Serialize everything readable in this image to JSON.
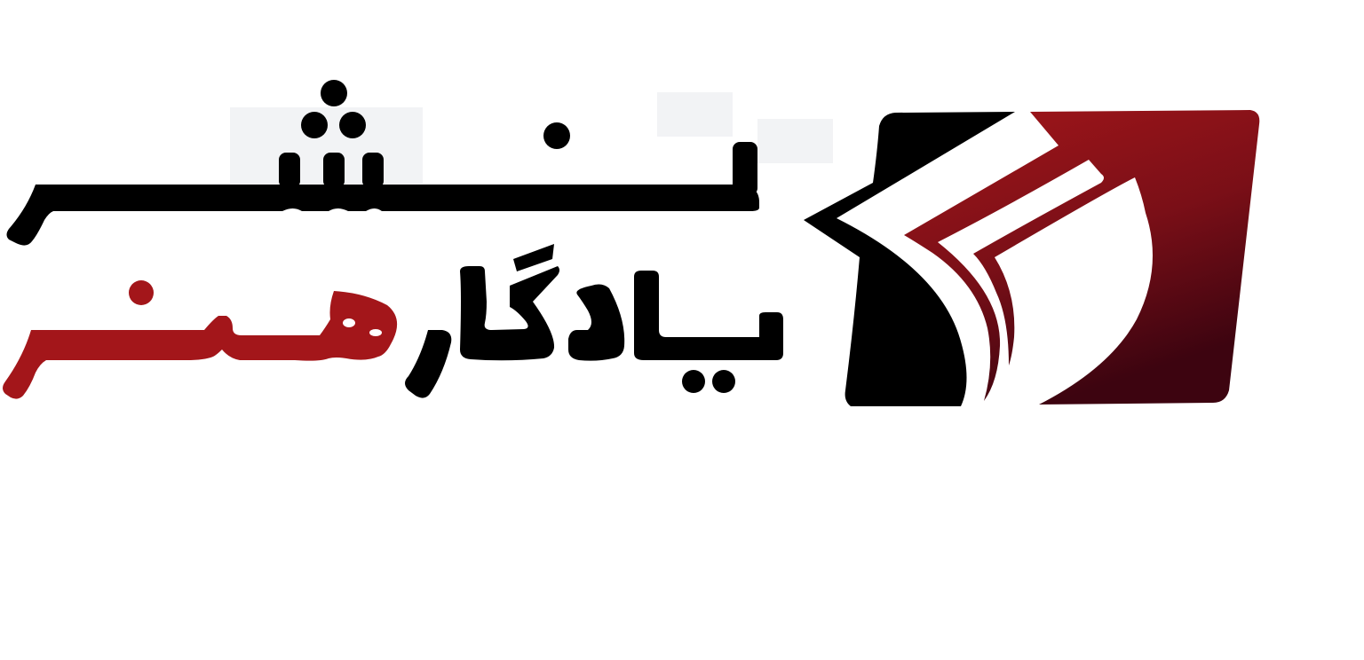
{
  "logo": {
    "wordmark": {
      "line1": "نشر",
      "line2_dark": "یادگار",
      "line2_red": "هنر"
    },
    "colors": {
      "ink": "#000000",
      "brand_red": "#a3161a",
      "brand_red_dark": "#3d0410",
      "background": "#ffffff",
      "tint": "#f2f3f5"
    },
    "icon": "open-book-emblem-icon"
  }
}
